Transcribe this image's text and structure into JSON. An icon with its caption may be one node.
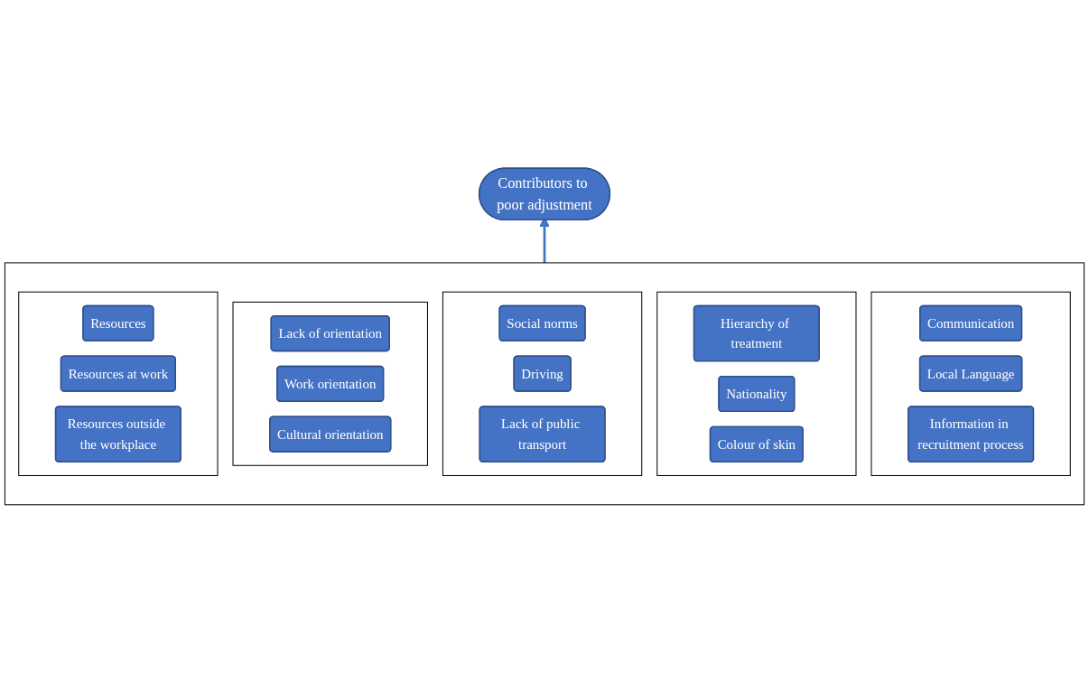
{
  "diagram": {
    "nodes": [
      {
        "text": [
          "Contributors to poor adjustment"
        ]
      },
      {
        "text": [],
        "shape": "box"
      },
      {
        "text": [],
        "shape": "box",
        "in": 1
      },
      {
        "text": [
          "Resources"
        ],
        "in": 2
      },
      {
        "text": [
          "Resources at work"
        ],
        "in": 2
      },
      {
        "text": [
          "Resources outside the workplace"
        ],
        "in": 2
      },
      {
        "text": [],
        "shape": "box",
        "in": 1
      },
      {
        "text": [
          "Lack of orientation"
        ],
        "in": 6
      },
      {
        "text": [
          "Work orientation"
        ],
        "in": 6
      },
      {
        "text": [
          "Cultural orientation"
        ],
        "in": 6
      },
      {
        "text": [],
        "shape": "box",
        "in": 1
      },
      {
        "text": [
          "Social norms"
        ],
        "in": 10
      },
      {
        "text": [
          "Driving"
        ],
        "in": 10
      },
      {
        "text": [
          "Lack of public transport"
        ],
        "in": 10
      },
      {
        "text": [],
        "shape": "box",
        "in": 1
      },
      {
        "text": [
          "Hierarchy of treatment"
        ],
        "in": 14
      },
      {
        "text": [
          "Nationality"
        ],
        "in": 14
      },
      {
        "text": [
          "Colour of skin"
        ],
        "in": 14
      },
      {
        "text": [],
        "shape": "box",
        "in": 1
      },
      {
        "text": [
          "Communication"
        ],
        "in": 18
      },
      {
        "text": [
          "Local Language"
        ],
        "in": 18
      },
      {
        "text": [
          "Information in recruitment process"
        ],
        "in": 18
      }
    ],
    "edges": [
      {
        "from": 1,
        "to": 0,
        "arrow": "to"
      }
    ]
  }
}
